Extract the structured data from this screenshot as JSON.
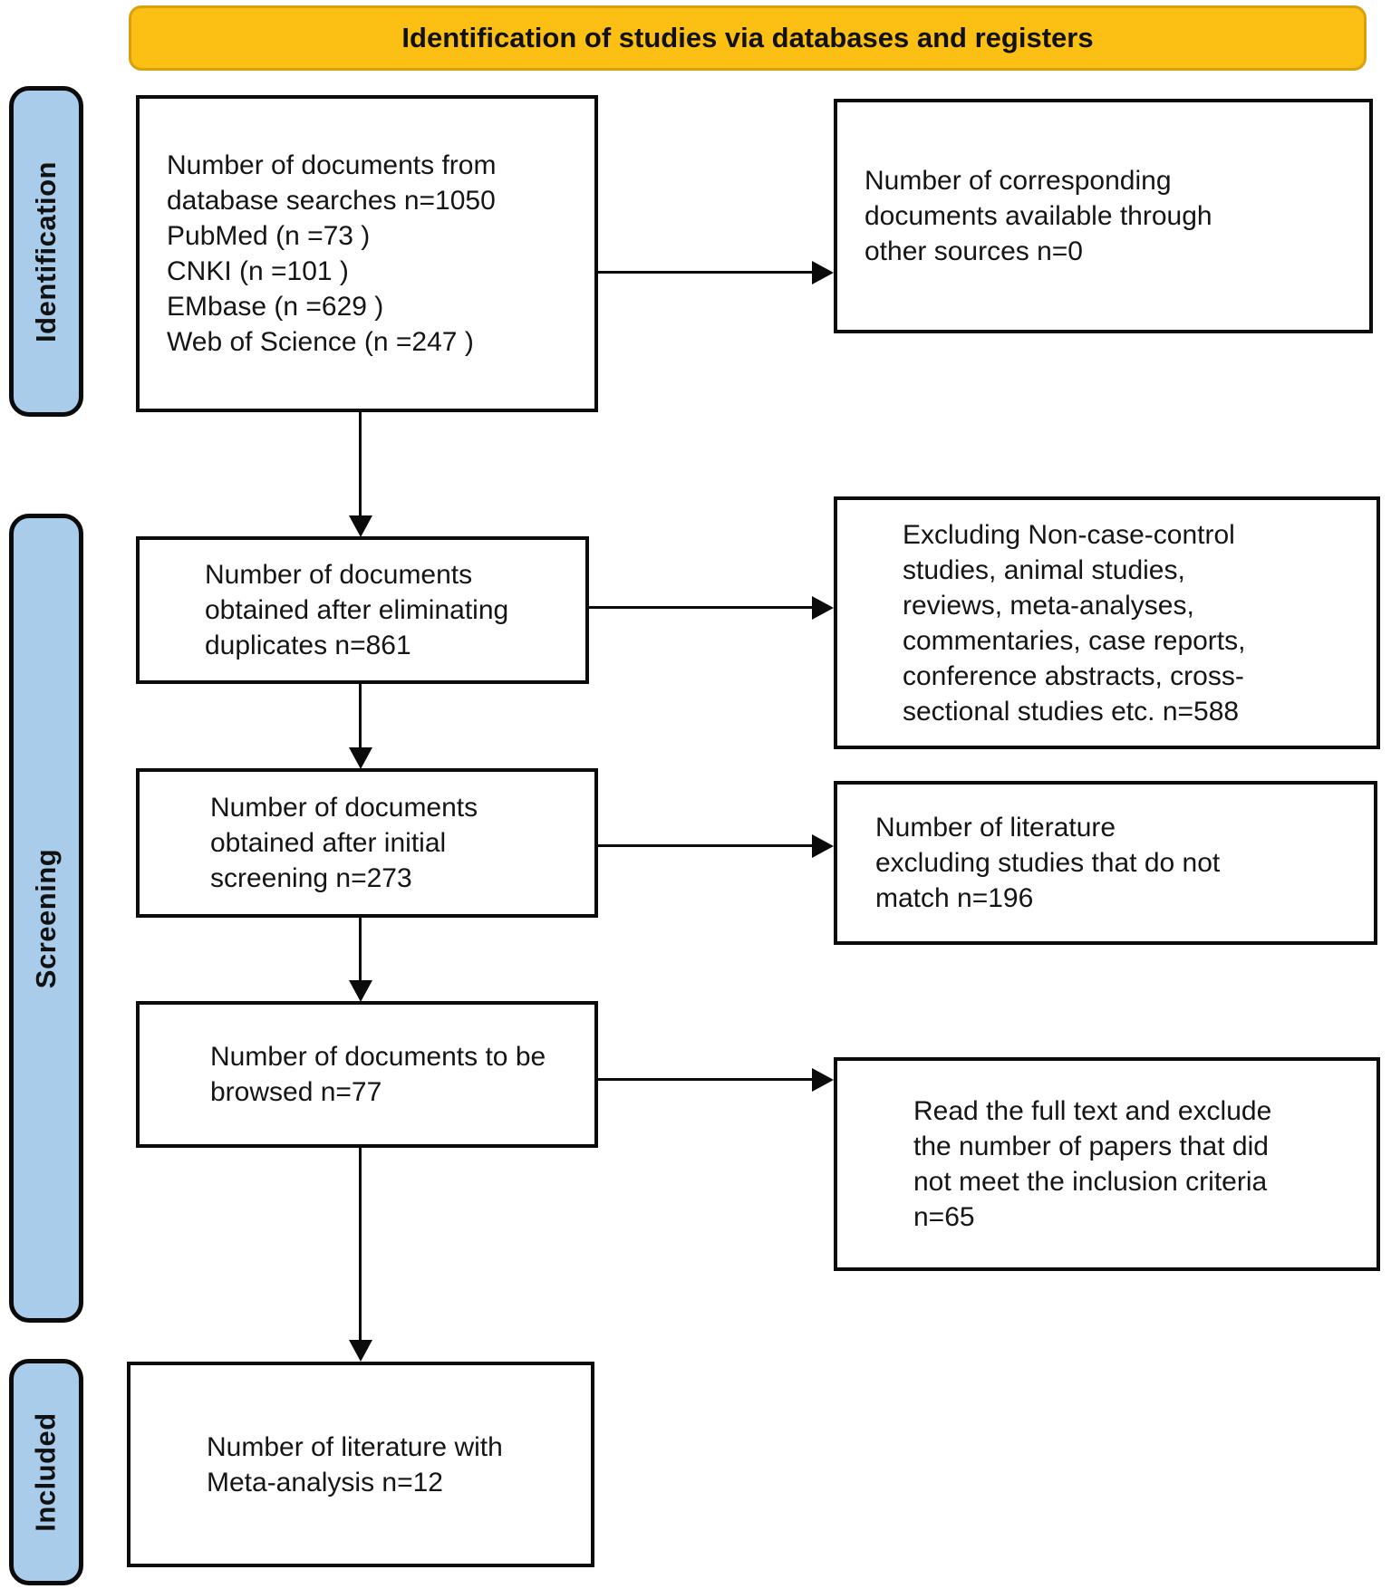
{
  "title": "Identification of studies via databases and registers",
  "stages": {
    "identification": "Identification",
    "screening": "Screening",
    "included": "Included"
  },
  "flow": {
    "database_search": "Number of documents from\ndatabase searches n=1050\nPubMed (n =73 )\nCNKI (n =101 )\nEMbase (n =629 )\nWeb of Science (n =247 )",
    "other_sources": "Number of corresponding\ndocuments available through\nother sources n=0",
    "after_deduplication": "Number of documents\nobtained after eliminating\nduplicates n=861",
    "excluded_by_type": "Excluding Non-case-control\nstudies, animal studies,\nreviews, meta-analyses,\ncommentaries, case reports,\nconference abstracts, cross-\nsectional studies etc. n=588",
    "after_initial_screening": "Number of documents\nobtained after initial\nscreening n=273",
    "excluded_not_matching": "Number of literature\nexcluding studies that do not\nmatch n=196",
    "to_be_browsed": "Number of documents to be\nbrowsed n=77",
    "excluded_full_text": "Read the full text and exclude\nthe number of papers that did\nnot meet the inclusion criteria\nn=65",
    "meta_analysis": "Number of literature with\nMeta-analysis n=12"
  },
  "colors": {
    "banner_fill": "#FCBF13",
    "banner_border": "#D9A00D",
    "stage_fill": "#A9CCEB",
    "box_border": "#0B0B0B"
  }
}
